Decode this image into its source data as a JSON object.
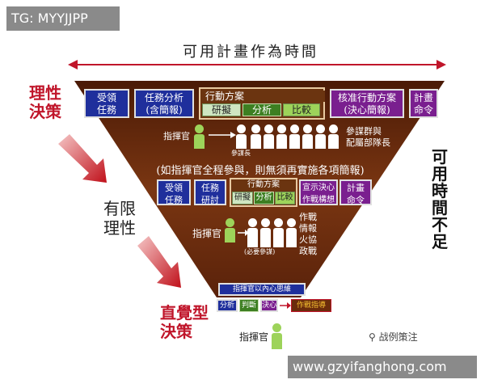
{
  "tag_label": "TG: MYYJJPP",
  "watermark": "www.gzyifanghong.com",
  "logo_text": "战例策注",
  "title": "可用計畫作為時間",
  "side_left": {
    "rational": "理性\n決策",
    "limited": "有限\n理性",
    "intuitive": "直覺型\n決策"
  },
  "side_right": "可用時間不足",
  "row1": {
    "receive": "受領\n任務",
    "analysis": "任務分析\n(含簡報)",
    "coa": "行動方案",
    "draft": "研擬",
    "analyze": "分析",
    "compare": "比較",
    "approve": "核准行動方案\n(決心簡報)",
    "plan_order": "計畫\n命令"
  },
  "row1_people": {
    "commander": "指揮官",
    "chief": "參謀長",
    "staff_note": "參謀群與\n配屬部隊長"
  },
  "middle_note": "(如指揮官全程參與，則無須再實施各項簡報)",
  "row2": {
    "receive": "受領\n任務",
    "study": "任務\n研討",
    "coa": "行動方案",
    "draft": "研擬",
    "analyze": "分析",
    "compare": "比較",
    "decision": "宣示決心\n作戰構想",
    "plan_order": "計畫\n命令"
  },
  "row2_people": {
    "commander": "指揮官",
    "necessary_staff": "(必要參謀)",
    "functions": "作戰\n情報\n火協\n政戰"
  },
  "row3": {
    "mental": "指揮官以內心思維",
    "analyze": "分析",
    "judge": "判斷",
    "decide": "決心",
    "direct": "作戰指導"
  },
  "row3_people": {
    "commander": "指揮官"
  },
  "colors": {
    "funnel": "#6b2c0c",
    "accent_red": "#c0152a",
    "blue_box": "#1f2f9c",
    "purple_box": "#7a1f8f",
    "green": "#3d7f22"
  }
}
